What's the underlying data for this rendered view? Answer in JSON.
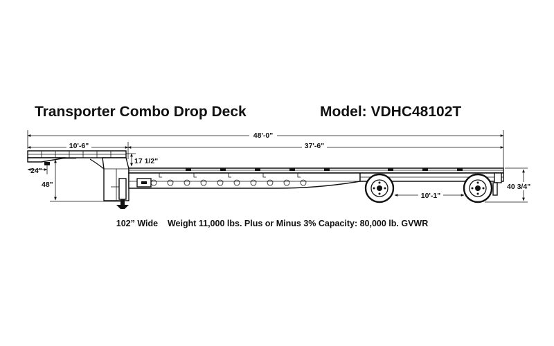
{
  "title": "Transporter Combo Drop Deck",
  "model": "Model: VDHC48102T",
  "dimensions": {
    "overall_length": "48'-0\"",
    "upper_deck_length": "10'-6\"",
    "lower_deck_length": "37'-6\"",
    "step_height": "17 1/2\"",
    "kingpin_setback": "24\"",
    "upper_deck_height": "48\"",
    "lower_deck_height": "40 3/4\"",
    "axle_spread": "10'-1\""
  },
  "specs": "102” Wide    Weight 11,000 lbs. Plus or Minus 3% Capacity: 80,000 lb. GVWR"
}
